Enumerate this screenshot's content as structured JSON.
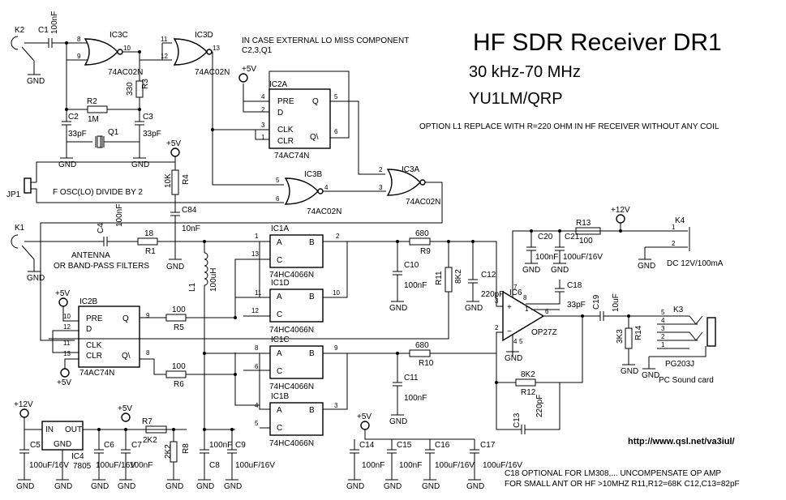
{
  "title": "HF SDR Receiver DR1",
  "range": "30 kHz-70 MHz",
  "author": "YU1LM/QRP",
  "notes": {
    "ext_lo_1": "IN CASE EXTERNAL LO MISS COMPONENT",
    "ext_lo_2": "C2,3,Q1",
    "option_l1": "OPTION L1 REPLACE WITH R=220 OHM IN HF RECEIVER WITHOUT ANY COIL",
    "osc_divide": "F OSC(LO) DIVIDE BY 2",
    "antenna_1": "ANTENNA",
    "antenna_2": "OR BAND-PASS FILTERS",
    "pc_sound": "PC Sound card",
    "dc_supply": "DC 12V/100mA",
    "c18_1": "C18 OPTIONAL FOR LM308,...    UNCOMPENSATE OP AMP",
    "c18_2": "FOR SMALL ANT OR HF >10MHZ R11,R12=68K C12,C13=82pF",
    "url": "http://www.qsl.net/va3iul/"
  },
  "ics": {
    "ic3c": {
      "name": "IC3C",
      "part": "74AC02N"
    },
    "ic3d": {
      "name": "IC3D",
      "part": "74AC02N"
    },
    "ic2a": {
      "name": "IC2A",
      "part": "74AC74N",
      "pre": "PRE",
      "d": "D",
      "clk": "CLK",
      "clr": "CLR",
      "q": "Q",
      "qn": "Q\\"
    },
    "ic3b": {
      "name": "IC3B",
      "part": "74AC02N"
    },
    "ic3a": {
      "name": "IC3A",
      "part": "74AC02N"
    },
    "ic2b": {
      "name": "IC2B",
      "part": "74AC74N",
      "pre": "PRE",
      "d": "D",
      "clk": "CLK",
      "clr": "CLR",
      "q": "Q",
      "qn": "Q\\"
    },
    "ic1a": {
      "name": "IC1A",
      "part": "74HC4066N"
    },
    "ic1d": {
      "name": "IC1D",
      "part": "74HC4066N"
    },
    "ic1c": {
      "name": "IC1C",
      "part": "74HC4066N"
    },
    "ic1b": {
      "name": "IC1B",
      "part": "74HC4066N"
    },
    "ic6": {
      "name": "IC6",
      "part": "OP27Z"
    },
    "ic4": {
      "name": "IC4",
      "part": "7805",
      "in": "IN",
      "out": "OUT",
      "gnd": "GND"
    },
    "sw_a": "A",
    "sw_b": "B",
    "sw_c": "C"
  },
  "parts": {
    "c1": {
      "name": "C1",
      "value": "100nF"
    },
    "c2": {
      "name": "C2",
      "value": "33pF"
    },
    "c3": {
      "name": "C3",
      "value": "33pF"
    },
    "r2": {
      "name": "R2",
      "value": "1M"
    },
    "r3": {
      "name": "R3",
      "value": "330"
    },
    "q1": {
      "name": "Q1"
    },
    "r4": {
      "name": "R4",
      "value": "10K"
    },
    "c84": {
      "name": "C84",
      "value": "10nF"
    },
    "c4": {
      "name": "C4",
      "value": "100nF"
    },
    "r1": {
      "name": "R1",
      "value": "18"
    },
    "l1": {
      "name": "L1",
      "value": "100uH"
    },
    "r5": {
      "name": "R5",
      "value": "100"
    },
    "r6": {
      "name": "R6",
      "value": "100"
    },
    "r9": {
      "name": "R9",
      "value": "680"
    },
    "r10": {
      "name": "R10",
      "value": "680"
    },
    "c10": {
      "name": "C10",
      "value": "100nF"
    },
    "c11": {
      "name": "C11",
      "value": "100nF"
    },
    "r11": {
      "name": "R11",
      "value": "8K2"
    },
    "c12": {
      "name": "C12",
      "value": "220pF"
    },
    "r12": {
      "name": "R12",
      "value": "8K2"
    },
    "c13": {
      "name": "C13",
      "value": "220pF"
    },
    "c18": {
      "name": "C18",
      "value": "33pF"
    },
    "c19": {
      "name": "C19",
      "value": "10uF"
    },
    "r14": {
      "name": "R14",
      "value": "3K3"
    },
    "r13": {
      "name": "R13",
      "value": "100"
    },
    "c20": {
      "name": "C20",
      "value": "100nF"
    },
    "c21": {
      "name": "C21",
      "value": "100uF/16V"
    },
    "c5": {
      "name": "C5",
      "value": "100uF/16V"
    },
    "c6": {
      "name": "C6",
      "value": "100uF/16V"
    },
    "c7": {
      "name": "C7",
      "value": "100nF"
    },
    "r7": {
      "name": "R7",
      "value": "2K2"
    },
    "r8": {
      "name": "R8",
      "value": "2K2"
    },
    "c8": {
      "name": "C8",
      "value": "100nF"
    },
    "c9": {
      "name": "C9",
      "value": "100uF/16V"
    },
    "c14": {
      "name": "C14",
      "value": "100nF"
    },
    "c15": {
      "name": "C15",
      "value": "100nF"
    },
    "c16": {
      "name": "C16",
      "value": "100uF/16V"
    },
    "c17": {
      "name": "C17",
      "value": "100uF/16V"
    }
  },
  "connectors": {
    "k1": "K1",
    "k2": "K2",
    "k3": "K3",
    "k4": "K4",
    "jp1": "JP1",
    "pg203j": "PG203J"
  },
  "power": {
    "p5v": "+5V",
    "p12v": "+12V",
    "gnd": "GND"
  },
  "pins": {
    "p1": "1",
    "p2": "2",
    "p3": "3",
    "p4": "4",
    "p5": "5",
    "p6": "6",
    "p7": "7",
    "p8": "8",
    "p9": "9",
    "p10": "10",
    "p11": "11",
    "p12": "12",
    "p13": "13"
  }
}
